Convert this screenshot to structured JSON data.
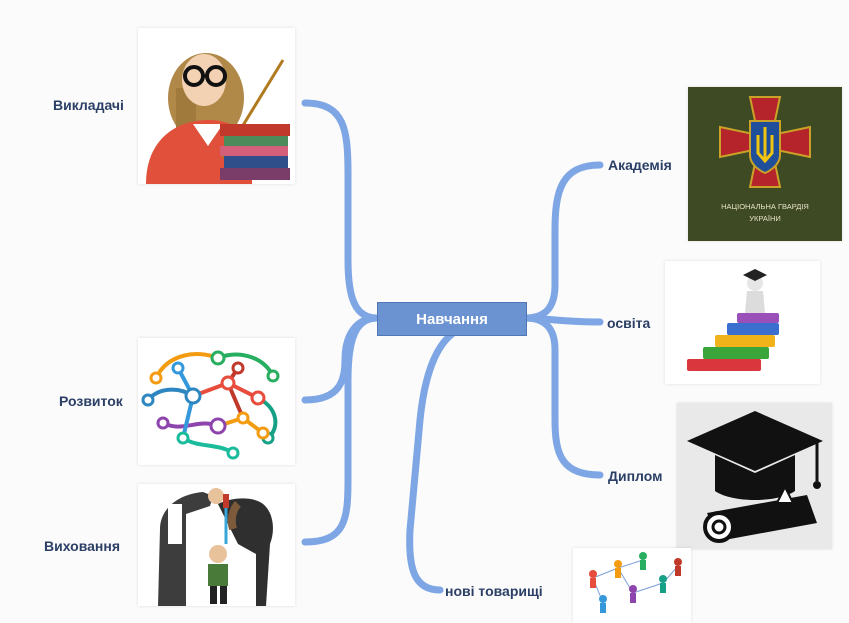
{
  "center": {
    "label": "Навчання"
  },
  "left_branches": [
    {
      "label": "Викладачі",
      "image": "teacher-with-books-icon"
    },
    {
      "label": "Розвиток",
      "image": "brain-network-icon"
    },
    {
      "label": "Виховання",
      "image": "parents-pouring-into-child-icon"
    }
  ],
  "right_branches": [
    {
      "label": "Академія",
      "image": "national-guard-emblem-icon"
    },
    {
      "label": "освіта",
      "image": "stairs-of-books-graduate-icon"
    },
    {
      "label": "Диплом",
      "image": "graduation-cap-diploma-icon"
    }
  ],
  "bottom_branch": {
    "label": "нові товарищі",
    "image": "people-network-icon"
  },
  "emblem": {
    "line1": "НАЦІОНАЛЬНА ГВАРДІЯ",
    "line2": "УКРАЇНИ"
  },
  "colors": {
    "connector": "#7ea6e4",
    "node": "#6b92d1",
    "label": "#2b3f66",
    "emblem_bg": "#3e4a24",
    "emblem_cross": "#b5232b"
  }
}
